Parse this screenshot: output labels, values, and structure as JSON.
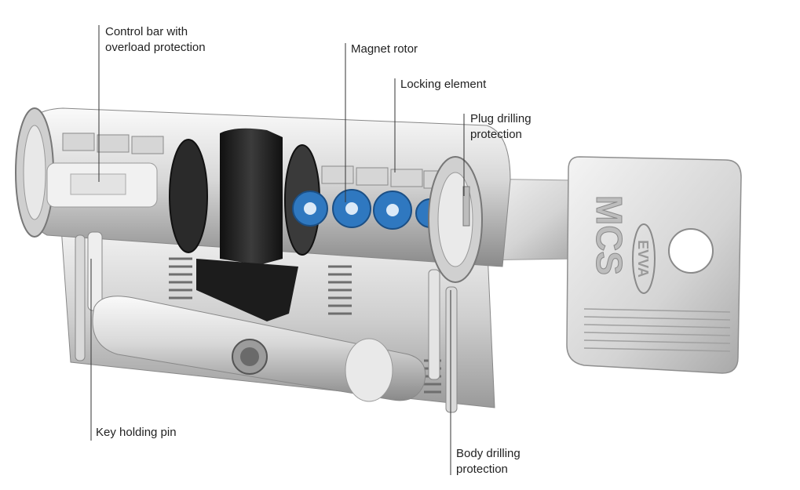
{
  "labels": {
    "control_bar_line1": "Control bar with",
    "control_bar_line2": "overload protection",
    "magnet_rotor": "Magnet rotor",
    "locking_element": "Locking element",
    "plug_drilling_line1": "Plug drilling",
    "plug_drilling_line2": "protection",
    "key_holding_pin": "Key holding pin",
    "body_drilling_line1": "Body drilling",
    "body_drilling_line2": "protection"
  },
  "key_logo": {
    "brand": "EVVA",
    "model": "MCS"
  },
  "colors": {
    "metal_light": "#e9e9e9",
    "metal_mid": "#b9b9b9",
    "metal_dark": "#4a4a4a",
    "rotor_blue": "#2f78c0",
    "black_part": "#1e1e1e",
    "leader_line": "#333333"
  }
}
